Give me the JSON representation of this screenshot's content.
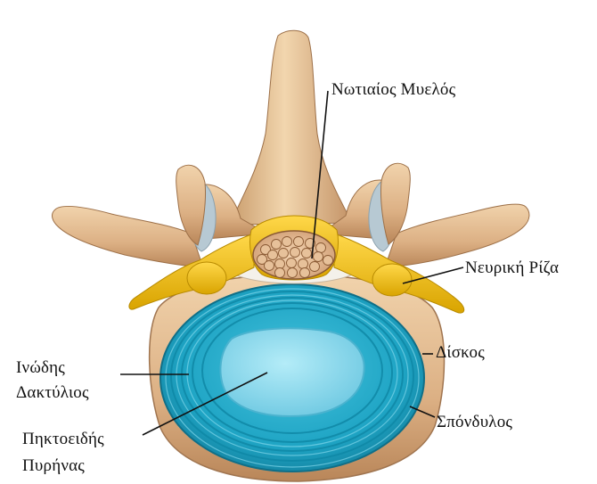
{
  "labels": {
    "spinal_cord": "Νωτιαίος Μυελός",
    "nerve_root": "Νευρική Ρίζα",
    "disc": "Δίσκος",
    "annulus_line1": "Ινώδης",
    "annulus_line2": "Δακτύλιος",
    "nucleus_line1": "Πηκτοειδής",
    "nucleus_line2": "Πυρήνας",
    "vertebra": "Σπόνδυλος"
  },
  "colors": {
    "bone": "#e2b98a",
    "nerve": "#f0c010",
    "disc_outer": "#1fa9c9",
    "nucleus": "#8ad6ea",
    "spinal_cord": "#f1c9a0"
  }
}
